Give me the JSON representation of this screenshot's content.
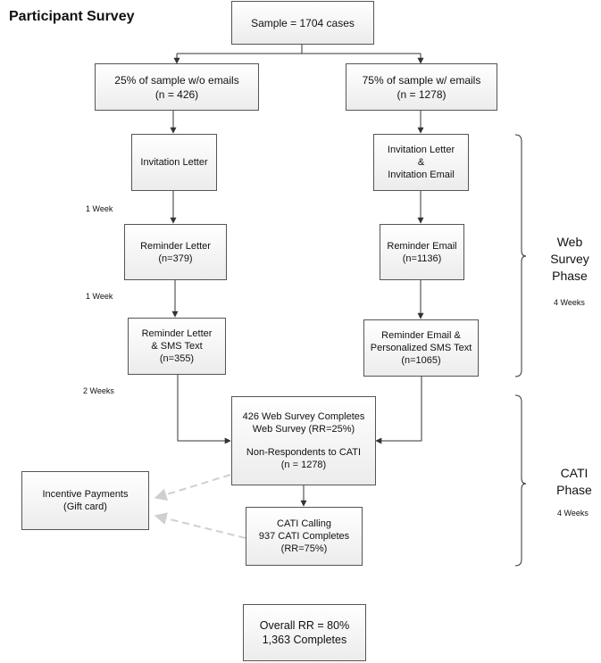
{
  "title": "Participant Survey",
  "boxes": {
    "sample": [
      "Sample = 1704 cases"
    ],
    "no_email": [
      "25% of sample w/o emails",
      "(n = 426)"
    ],
    "with_email": [
      "75% of sample w/ emails",
      "(n = 1278)"
    ],
    "invitation_letter": [
      "Invitation Letter"
    ],
    "invitation_letter_email": [
      "Invitation Letter",
      "&",
      "Invitation Email"
    ],
    "reminder_letter": [
      "Reminder Letter",
      "(n=379)"
    ],
    "reminder_email": [
      "Reminder Email",
      "(n=1136)"
    ],
    "reminder_letter_sms": [
      "Reminder Letter",
      "& SMS Text",
      "(n=355)"
    ],
    "reminder_email_sms": [
      "Reminder Email &",
      "Personalized SMS Text",
      "(n=1065)"
    ],
    "web_completes": [
      "426 Web Survey Completes",
      "Web Survey (RR=25%)",
      "",
      "Non-Respondents to CATI",
      "(n = 1278)"
    ],
    "cati_calling": [
      "CATI Calling",
      "937 CATI Completes",
      "(RR=75%)"
    ],
    "incentive": [
      "Incentive Payments",
      "(Gift card)"
    ],
    "overall": [
      "Overall RR = 80%",
      "1,363 Completes"
    ]
  },
  "notes": {
    "week1a": "1 Week",
    "week1b": "1 Week",
    "weeks2": "2 Weeks"
  },
  "phases": {
    "web": {
      "lines": [
        "Web",
        "Survey",
        "Phase"
      ],
      "duration": "4 Weeks"
    },
    "cati": {
      "lines": [
        "CATI",
        "Phase"
      ],
      "duration": "4 Weeks"
    }
  }
}
